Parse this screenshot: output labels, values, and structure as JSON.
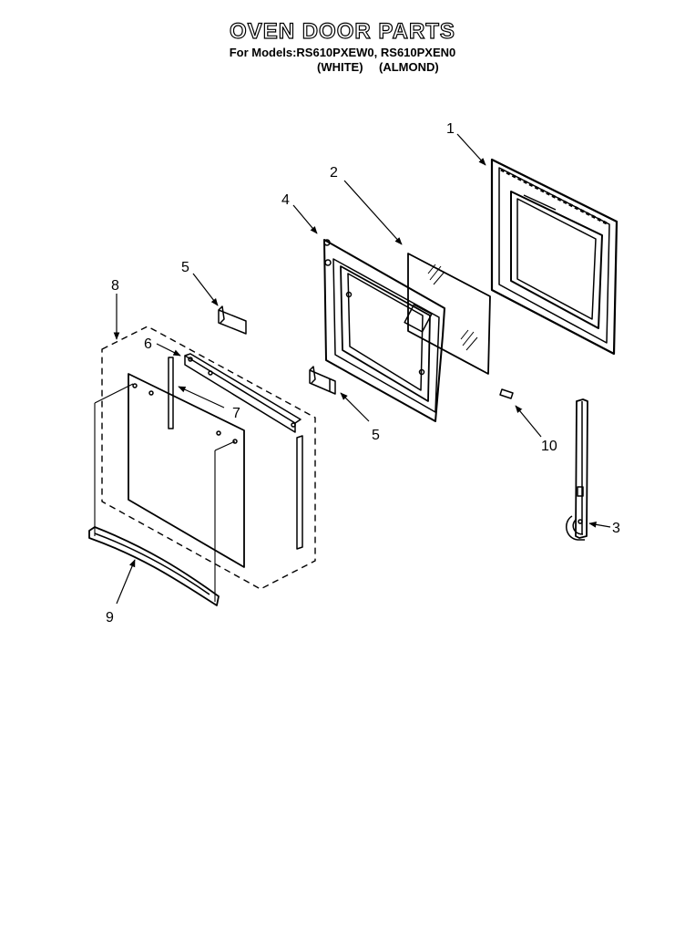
{
  "header": {
    "title": "OVEN DOOR PARTS",
    "models_line": "For Models:RS610PXEW0, RS610PXEN0",
    "color_white": "(WHITE)",
    "color_almond": "(ALMOND)"
  },
  "callouts": {
    "c1": "1",
    "c2": "2",
    "c3": "3",
    "c4": "4",
    "c5a": "5",
    "c5b": "5",
    "c6": "6",
    "c7": "7",
    "c8": "8",
    "c9": "9",
    "c10": "10"
  },
  "colors": {
    "line": "#000000",
    "background": "#ffffff"
  }
}
